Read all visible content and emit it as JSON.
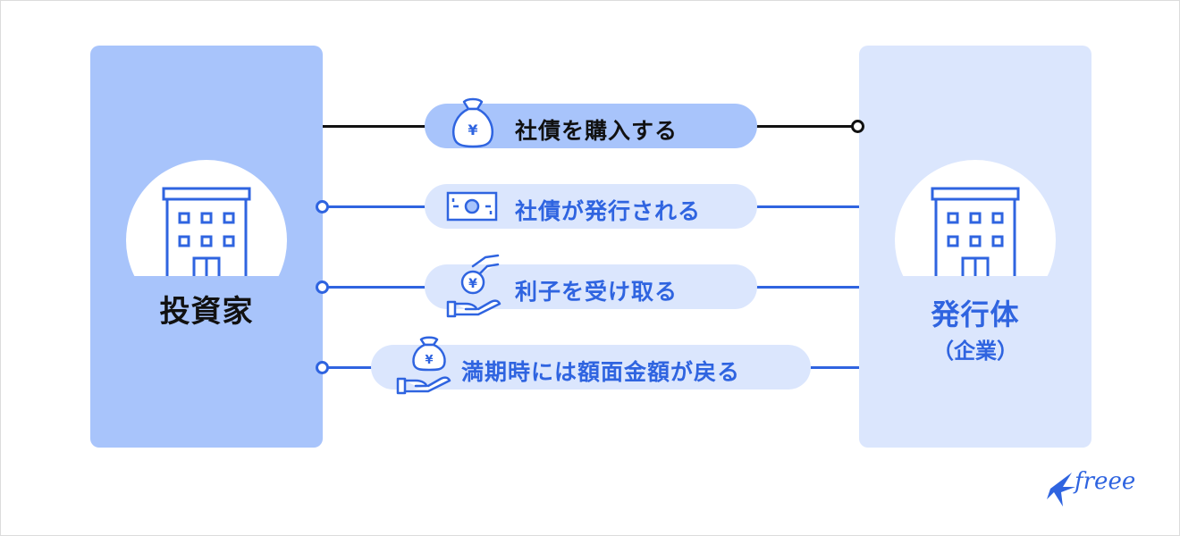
{
  "nodes": {
    "investor": {
      "label": "投資家"
    },
    "issuer": {
      "label": "発行体",
      "sublabel": "（企業）"
    }
  },
  "flows": [
    {
      "label": "社債を購入する",
      "icon": "money-bag-yen-icon",
      "direction": "investor-to-issuer"
    },
    {
      "label": "社債が発行される",
      "icon": "banknote-icon",
      "direction": "issuer-to-investor"
    },
    {
      "label": "利子を受け取る",
      "icon": "coin-hand-yen-icon",
      "direction": "issuer-to-investor"
    },
    {
      "label": "満期時には額面金額が戻る",
      "icon": "money-bag-hand-yen-icon",
      "direction": "issuer-to-investor"
    }
  ],
  "logo": {
    "text": "freee"
  },
  "colors": {
    "accent": "#2f64e0",
    "investor_fill": "#a8c4fb",
    "issuer_fill": "#dbe6fd",
    "pill_light": "#dbe6fd",
    "pill_dark": "#a8c4fb",
    "line_dark": "#111111"
  }
}
